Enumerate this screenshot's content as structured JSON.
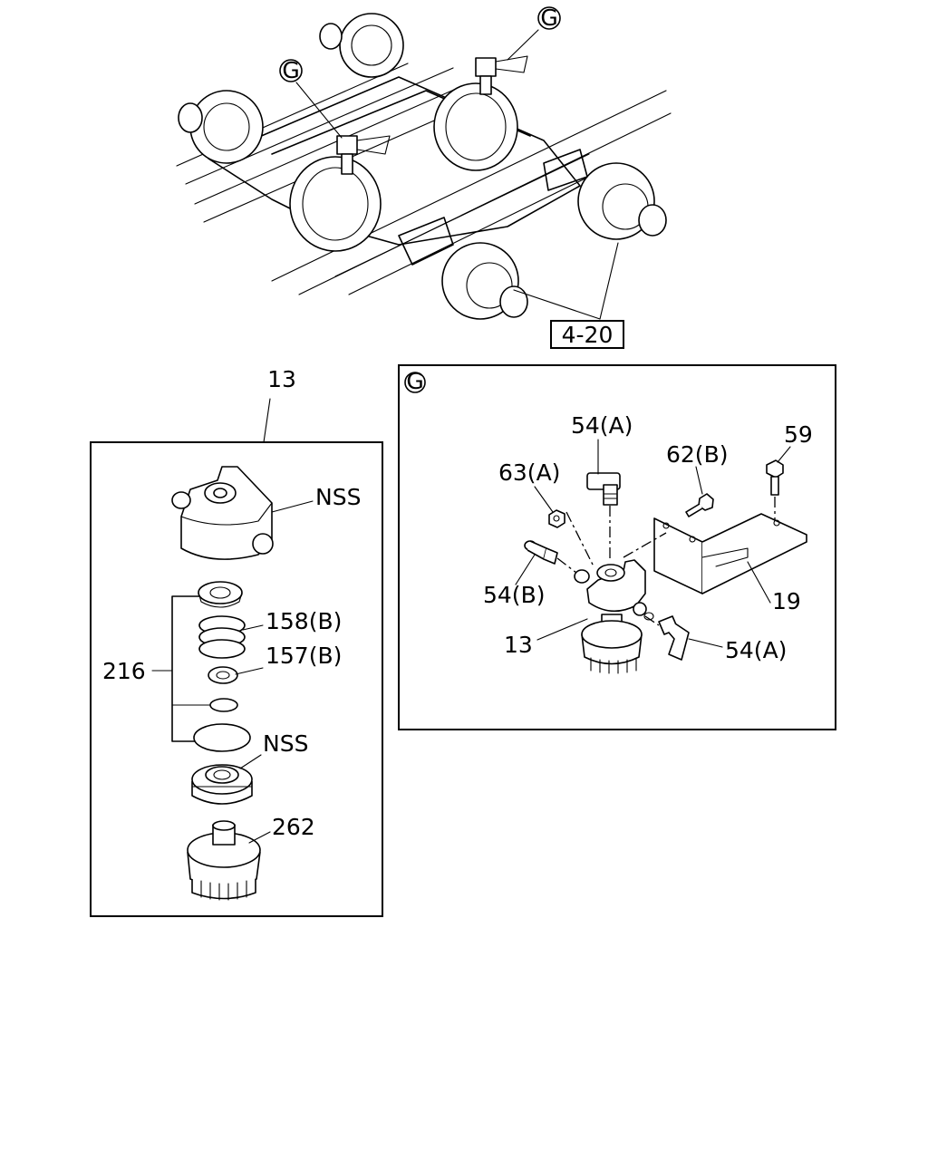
{
  "callouts": {
    "view_ref_1": "G",
    "view_ref_2": "G",
    "ref_420": "4-20",
    "p13_top": "13",
    "nss_top": "NSS",
    "p158b": "158(B)",
    "p157b": "157(B)",
    "p216": "216",
    "nss_mid": "NSS",
    "p262": "262",
    "detail_g": "G",
    "p54a_top": "54(A)",
    "p62b": "62(B)",
    "p59": "59",
    "p63a": "63(A)",
    "p54b": "54(B)",
    "p19": "19",
    "p13_g": "13",
    "p54a_bottom": "54(A)"
  }
}
